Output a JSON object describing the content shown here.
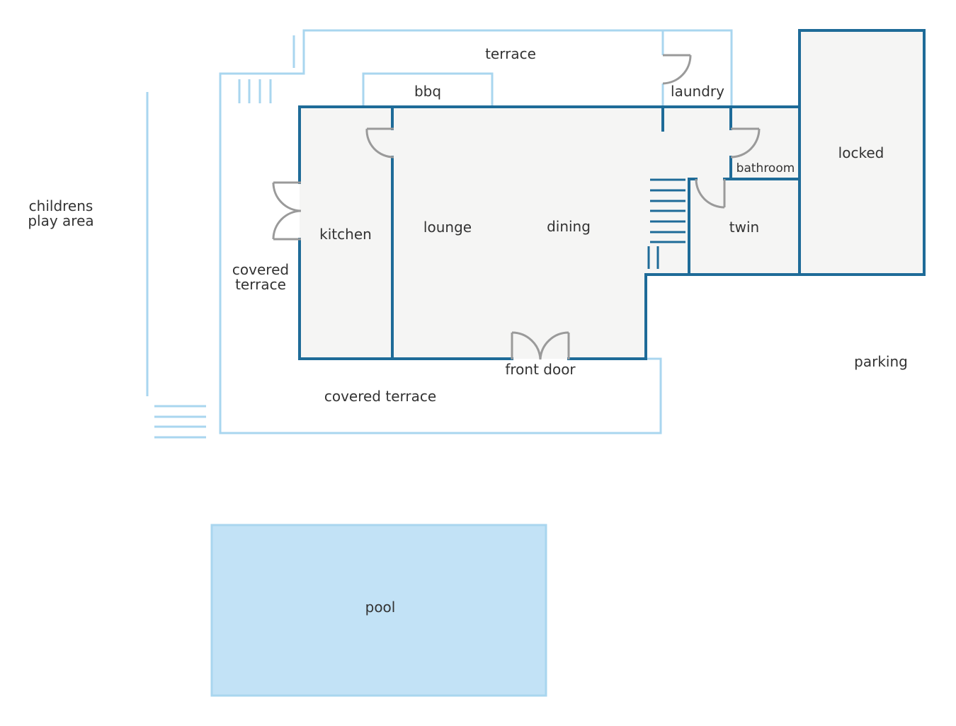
{
  "colors": {
    "interior_wall": "#1e6b98",
    "exterior_outline": "#a9d6ef",
    "room_fill": "#f5f5f4",
    "door": "#9a9a9a",
    "pool_fill": "#c2e2f6",
    "pool_border": "#a9d6ef",
    "label": "#333333"
  },
  "labels": {
    "terrace": "terrace",
    "bbq": "bbq",
    "laundry": "laundry",
    "locked": "locked",
    "bathroom": "bathroom",
    "childrens_line1": "childrens",
    "childrens_line2": "play area",
    "kitchen": "kitchen",
    "lounge": "lounge",
    "dining": "dining",
    "twin": "twin",
    "covered_terrace_side_line1": "covered",
    "covered_terrace_side_line2": "terrace",
    "front_door": "front door",
    "parking": "parking",
    "covered_terrace_front": "covered terrace",
    "pool": "pool"
  }
}
